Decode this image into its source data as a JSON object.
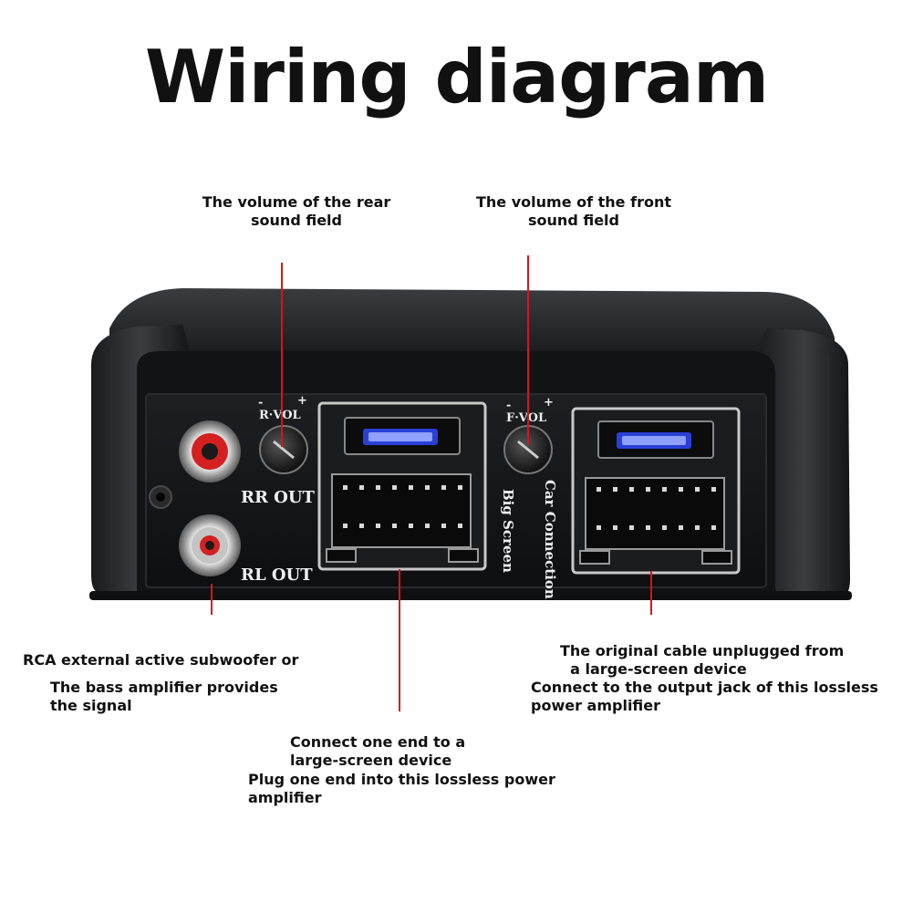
{
  "title": "Wiring diagram",
  "annotations": {
    "rear_volume": "The volume of the rear\nsound field",
    "front_volume": "The volume of the front\nsound field",
    "rca": "RCA external active subwoofer or",
    "rca_2": "The bass amplifier provides\nthe signal",
    "original_cable": "The original cable unplugged from\n  a large-screen device",
    "output_jack": "Connect to the output jack of this lossless\npower amplifier",
    "connect_end": "Connect one end to a\nlarge-screen device",
    "plug_end": "Plug one end into this lossless power\namplifier"
  },
  "panel": {
    "r_vol": "R·VOL",
    "f_vol": "F·VOL",
    "rr_out": "RR OUT",
    "rl_out": "RL OUT",
    "big_screen": "Big Screen",
    "car_connection": "Car Connection",
    "plus": "+",
    "minus": "-"
  },
  "colors": {
    "leader_line": "#d8141b",
    "device_body": "#1c1d1f",
    "rca_red": "#d42020",
    "fuse_blue": "#2a3fd6"
  }
}
